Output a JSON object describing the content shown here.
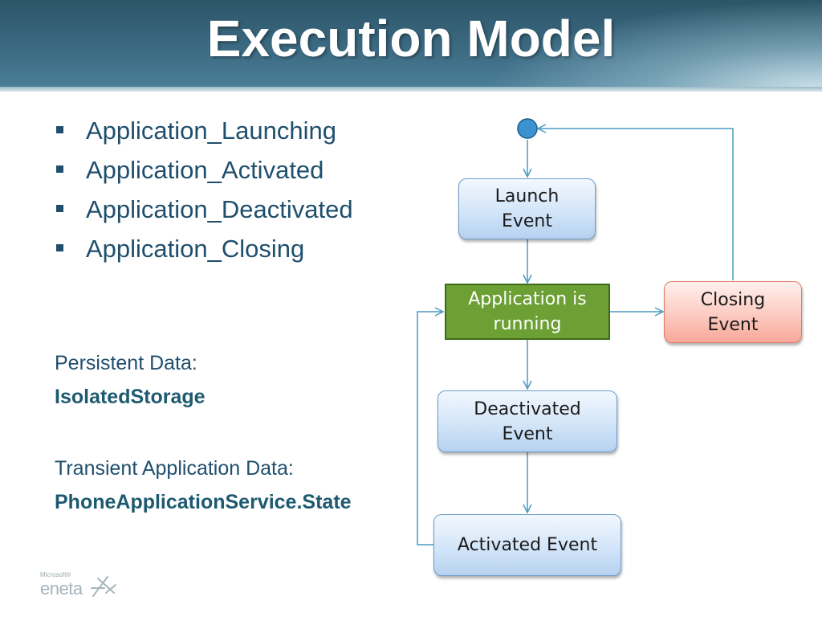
{
  "slide": {
    "title": "Execution Model",
    "bullets": [
      "Application_Launching",
      "Application_Activated",
      "Application_Deactivated",
      "Application_Closing"
    ],
    "persistent_label": "Persistent Data:",
    "persistent_value": "IsolatedStorage",
    "transient_label": "Transient Application Data:",
    "transient_value": "PhoneApplicationService.State"
  },
  "diagram": {
    "nodes": {
      "launch": [
        "Launch",
        "Event"
      ],
      "running": [
        "Application is",
        "running"
      ],
      "closing": [
        "Closing",
        "Event"
      ],
      "deactivated": [
        "Deactivated",
        "Event"
      ],
      "activated": [
        "Activated Event"
      ]
    },
    "colors": {
      "connector": "#4a9bc4",
      "start_node": "#3a93d0",
      "running_fill": "#6c9f34",
      "event_fill": "#cfe2f7",
      "closing_fill": "#fcc7bc"
    }
  },
  "logo": {
    "microsoft": "Microsoft®",
    "brand": "eneta"
  }
}
